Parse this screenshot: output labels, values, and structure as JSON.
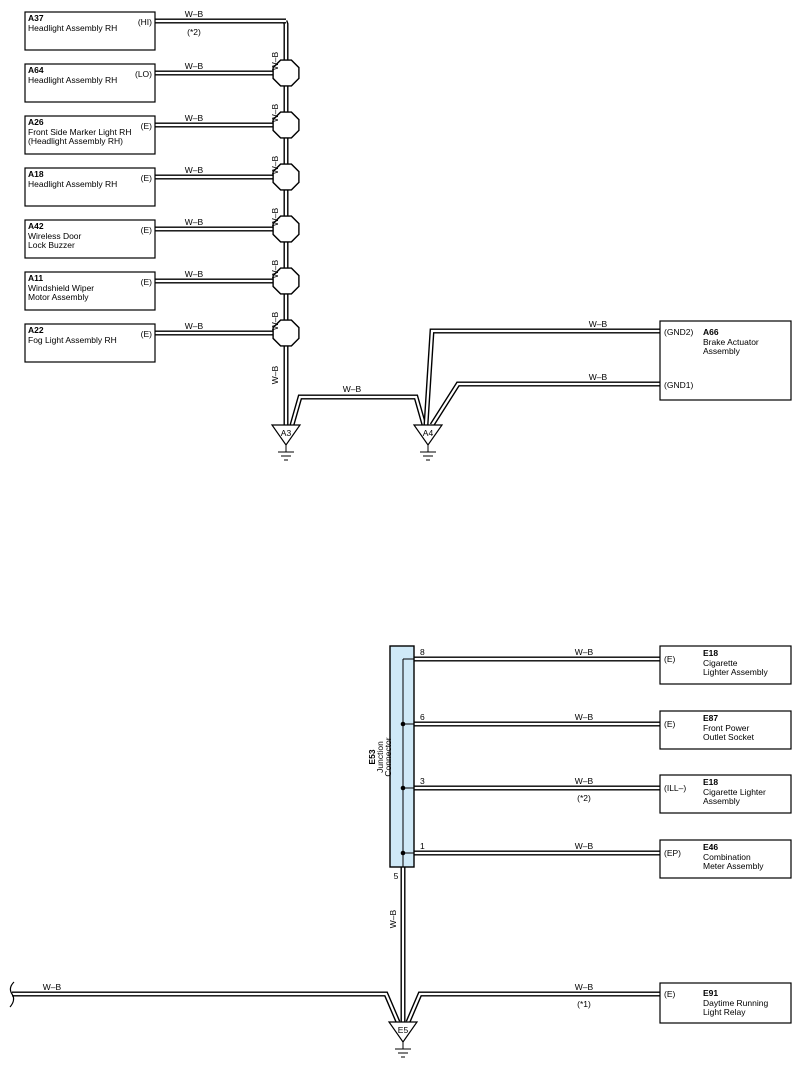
{
  "components_top": [
    {
      "id": "A37",
      "name_lines": [
        "Headlight Assembly RH"
      ],
      "pin": "(HI)",
      "wire": "W–B",
      "note": "(*2)"
    },
    {
      "id": "A64",
      "name_lines": [
        "Headlight Assembly RH"
      ],
      "pin": "(LO)",
      "wire": "W–B",
      "note": ""
    },
    {
      "id": "A26",
      "name_lines": [
        "Front Side Marker Light RH",
        "(Headlight Assembly RH)"
      ],
      "pin": "(E)",
      "wire": "W–B",
      "note": ""
    },
    {
      "id": "A18",
      "name_lines": [
        "Headlight Assembly RH"
      ],
      "pin": "(E)",
      "wire": "W–B",
      "note": ""
    },
    {
      "id": "A42",
      "name_lines": [
        "Wireless Door",
        "Lock Buzzer"
      ],
      "pin": "(E)",
      "wire": "W–B",
      "note": ""
    },
    {
      "id": "A11",
      "name_lines": [
        "Windshield Wiper",
        "Motor Assembly"
      ],
      "pin": "(E)",
      "wire": "W–B",
      "note": ""
    },
    {
      "id": "A22",
      "name_lines": [
        "Fog Light Assembly RH"
      ],
      "pin": "(E)",
      "wire": "W–B",
      "note": ""
    }
  ],
  "trunk_labels": [
    "W–B",
    "W–B",
    "W–B",
    "W–B",
    "W–B",
    "W–B"
  ],
  "a66": {
    "id": "A66",
    "name_lines": [
      "Brake Actuator",
      "Assembly"
    ],
    "pins": [
      "(GND2)",
      "(GND1)"
    ],
    "wires": [
      "W–B",
      "W–B"
    ]
  },
  "a3_a4_wire": "W–B",
  "grounds_top": [
    "A3",
    "A4"
  ],
  "junction": {
    "id": "E53",
    "title_lines": [
      "Junction",
      "Connector"
    ]
  },
  "components_bottom": [
    {
      "id": "E18",
      "name_lines": [
        "Cigarette",
        "Lighter Assembly"
      ],
      "pin": "(E)",
      "pin_no": "8",
      "wire": "W–B",
      "note": ""
    },
    {
      "id": "E87",
      "name_lines": [
        "Front Power",
        "Outlet Socket"
      ],
      "pin": "(E)",
      "pin_no": "6",
      "wire": "W–B",
      "note": ""
    },
    {
      "id": "E18",
      "name_lines": [
        "Cigarette Lighter",
        "Assembly"
      ],
      "pin": "(ILL–)",
      "pin_no": "3",
      "wire": "W–B",
      "note": "(*2)"
    },
    {
      "id": "E46",
      "name_lines": [
        "Combination",
        "Meter Assembly"
      ],
      "pin": "(EP)",
      "pin_no": "1",
      "wire": "W–B",
      "note": ""
    }
  ],
  "junction_out": {
    "pin_no": "5",
    "wire": "W–B"
  },
  "e91": {
    "id": "E91",
    "name_lines": [
      "Daytime Running",
      "Light Relay"
    ],
    "pin": "(E)",
    "wire": "W–B",
    "note": "(*1)"
  },
  "left_wire": "W–B",
  "ground_bottom": "E5"
}
